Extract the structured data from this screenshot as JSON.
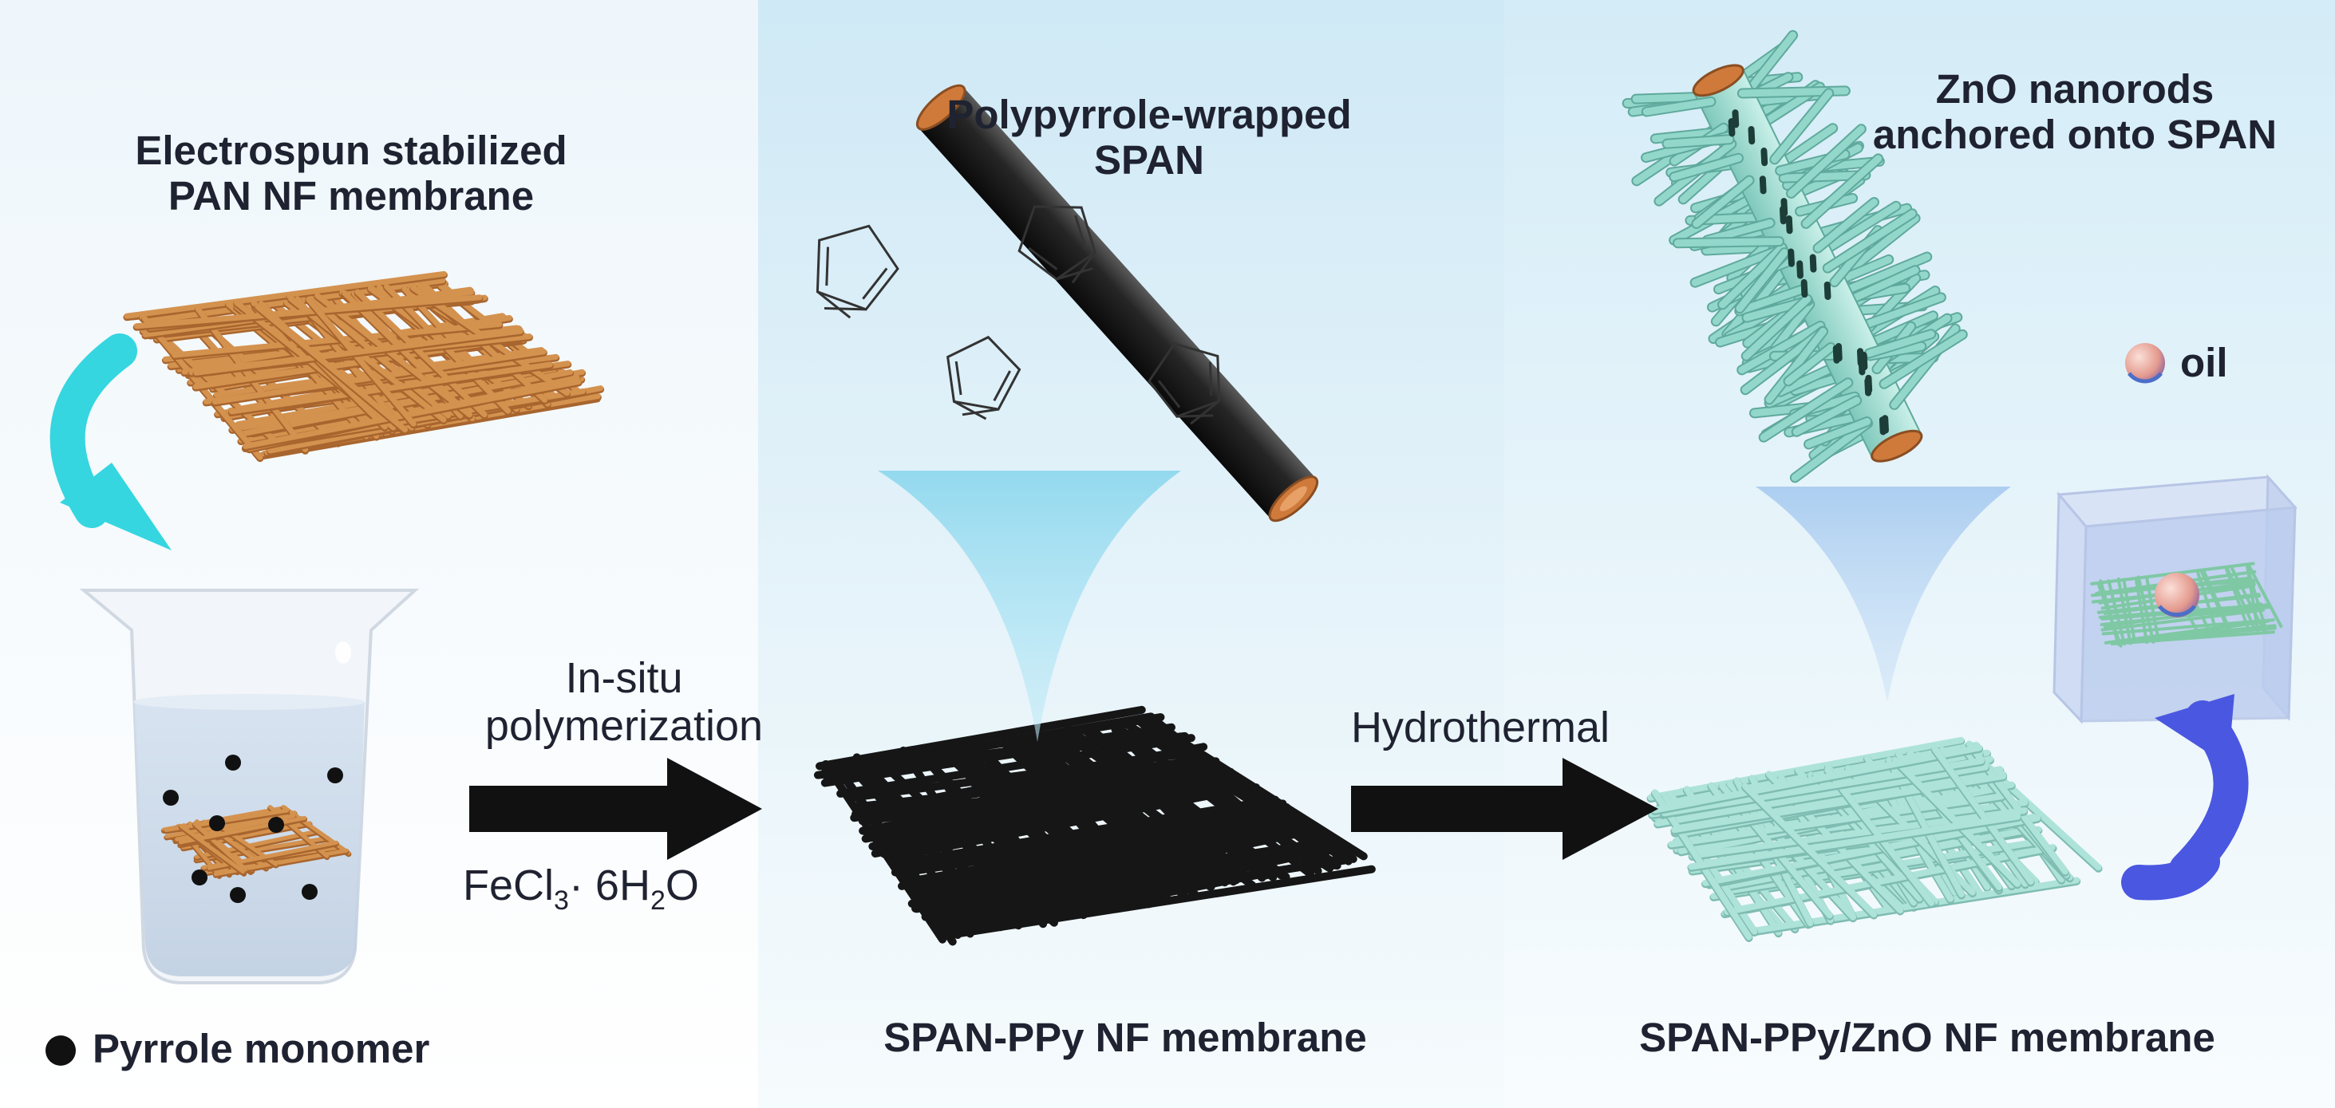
{
  "labels": {
    "pan_membrane": [
      "Electrospun stabilized",
      "PAN NF membrane"
    ],
    "ppy_wrapped": [
      "Polypyrrole-wrapped",
      "SPAN"
    ],
    "zno_anchored": [
      "ZnO nanorods",
      "anchored onto SPAN"
    ],
    "oil": "oil",
    "insitu": [
      "In-situ",
      "polymerization"
    ],
    "hydrothermal": "Hydrothermal",
    "reagent": {
      "main": "FeCl",
      "sub1": "3",
      "mid": "· 6H",
      "sub2": "2",
      "end": "O"
    },
    "span_ppy": "SPAN-PPy NF membrane",
    "span_ppy_zno": "SPAN-PPy/ZnO NF membrane",
    "pyrrole_legend": "Pyrrole monomer"
  },
  "colors": {
    "pan_fiber": "#d4924f",
    "ppy_fiber": "#161616",
    "zno_fiber": "#aee3da",
    "zno_rod": "#93d7cb",
    "panel_tint": "#d8eef8",
    "funnel": "#8fd8ee",
    "cyan_arrow": "#35d6e0",
    "blue_arrow": "#4a57e0",
    "process_arrow": "#111111",
    "copper_cap": "#cf7a3b",
    "oil_drop": "#e8a29a"
  },
  "icons": [
    "rotation-arrow-cyan-icon",
    "rotation-arrow-blue-icon",
    "process-arrow-icon",
    "pyrrole-ring-icon",
    "oil-droplet-icon",
    "beaker-icon",
    "cube-icon"
  ]
}
